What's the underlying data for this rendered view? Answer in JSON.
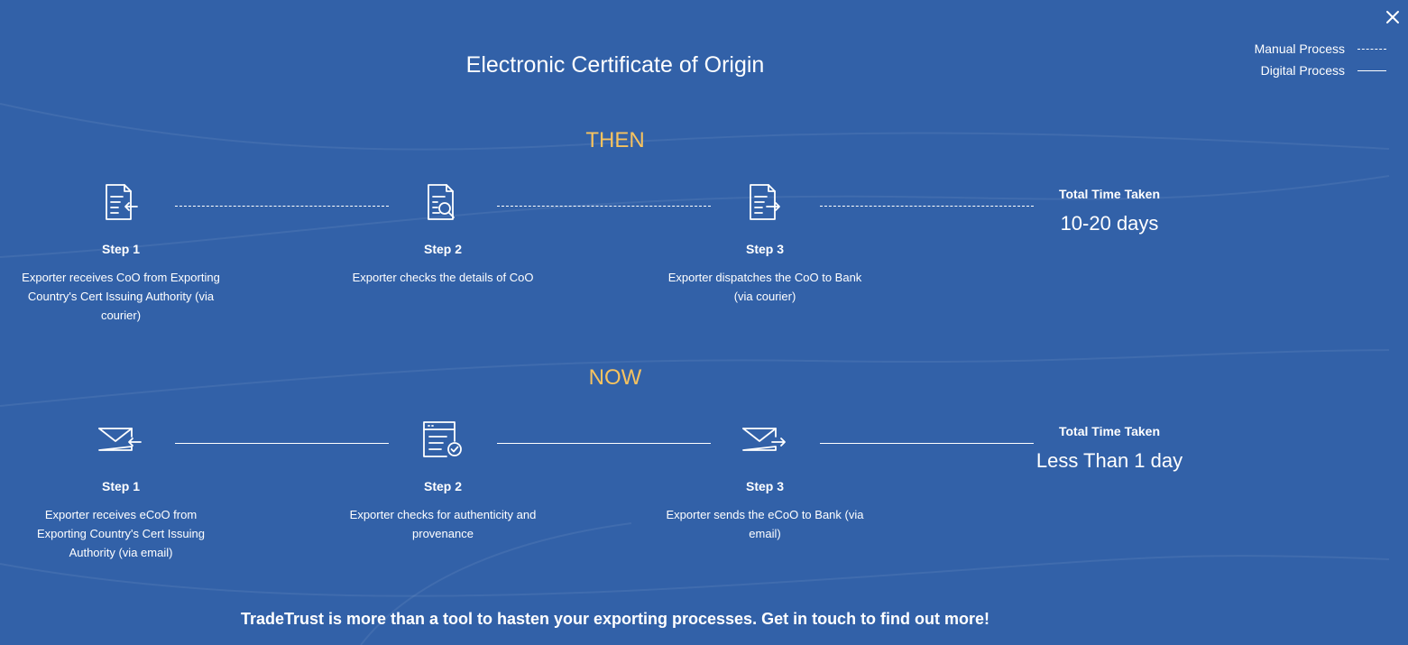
{
  "header": {
    "title": "Electronic Certificate of Origin"
  },
  "legend": {
    "manual": "Manual Process",
    "digital": "Digital Process"
  },
  "then": {
    "heading": "THEN",
    "steps": [
      {
        "label": "Step 1",
        "desc": "Exporter receives CoO from Exporting Country's Cert Issuing Authority (via courier)",
        "icon": "document-receive-icon"
      },
      {
        "label": "Step 2",
        "desc": "Exporter checks the details of CoO",
        "icon": "document-search-icon"
      },
      {
        "label": "Step 3",
        "desc": "Exporter dispatches the CoO to Bank (via courier)",
        "icon": "document-send-icon"
      }
    ],
    "total_label": "Total Time Taken",
    "total_value": "10-20 days"
  },
  "now": {
    "heading": "NOW",
    "steps": [
      {
        "label": "Step 1",
        "desc": "Exporter receives eCoO from Exporting Country's Cert Issuing Authority (via email)",
        "icon": "envelope-receive-icon"
      },
      {
        "label": "Step 2",
        "desc": "Exporter checks for authenticity and provenance",
        "icon": "browser-verify-icon"
      },
      {
        "label": "Step 3",
        "desc": "Exporter sends the eCoO to Bank (via email)",
        "icon": "envelope-send-icon"
      }
    ],
    "total_label": "Total Time Taken",
    "total_value": "Less Than 1 day"
  },
  "footer": {
    "text": "TradeTrust is more than a tool to hasten your exporting processes. Get in touch to find out more!"
  },
  "colors": {
    "background": "#3261a8",
    "accent": "#f7c35f",
    "text": "#ffffff"
  }
}
